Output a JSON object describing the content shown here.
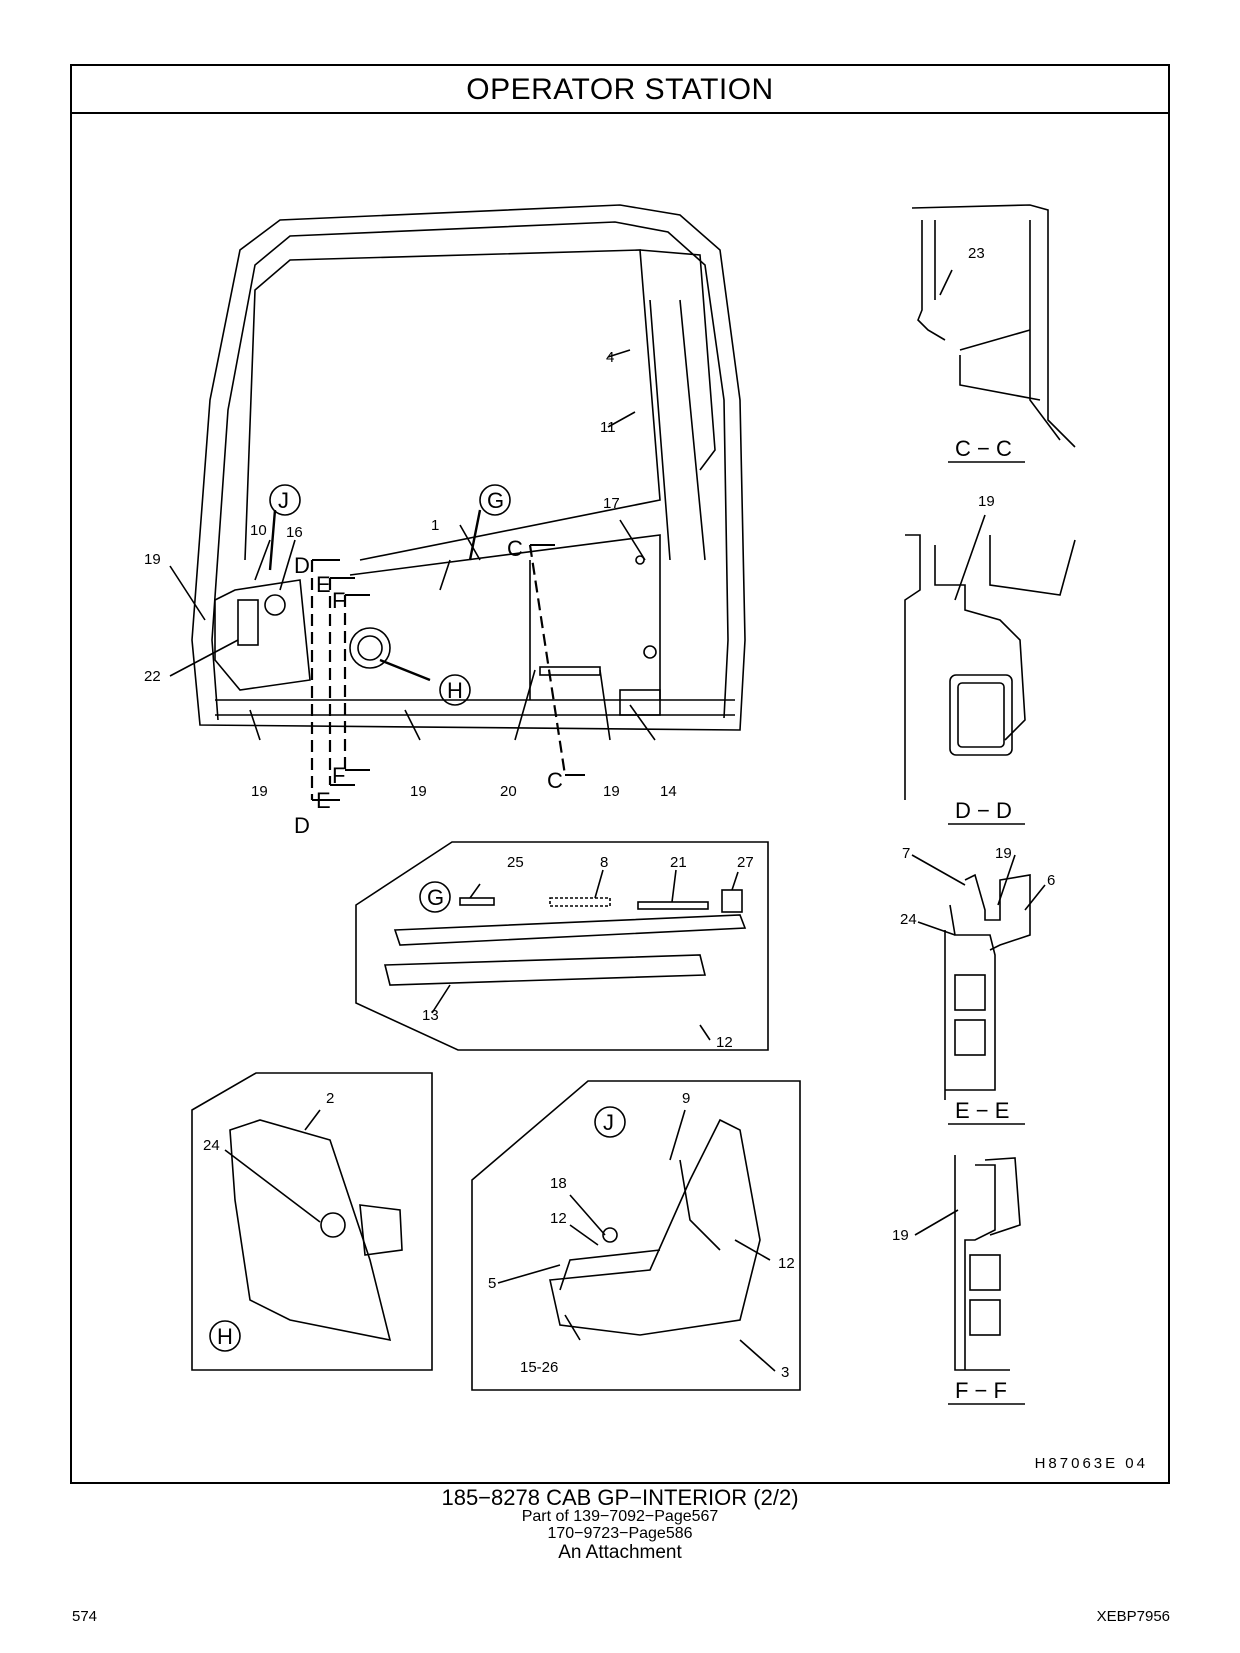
{
  "header": {
    "title": "OPERATOR   STATION"
  },
  "drawing_id": "H87063E    04",
  "caption": {
    "line1": "185−8278   CAB  GP−INTERIOR (2/2)",
    "line2": "Part of 139−7092−Page567",
    "line3": "170−9723−Page586",
    "line4": "An Attachment"
  },
  "footer": {
    "page_number": "574",
    "doc_id": "XEBP7956"
  },
  "callouts": {
    "c1": "1",
    "c2": "2",
    "c3": "3",
    "c4": "4",
    "c5": "5",
    "c6": "6",
    "c7": "7",
    "c8": "8",
    "c9": "9",
    "c10": "10",
    "c11": "11",
    "c12": "12",
    "c13": "13",
    "c14": "14",
    "c15_26": "15-26",
    "c16": "16",
    "c17": "17",
    "c18": "18",
    "c19": "19",
    "c20": "20",
    "c21": "21",
    "c22": "22",
    "c23": "23",
    "c24": "24",
    "c25": "25",
    "c27": "27"
  },
  "views": {
    "cc": "C − C",
    "dd": "D − D",
    "ee": "E − E",
    "ff": "F − F",
    "G": "G",
    "H": "H",
    "J": "J",
    "C": "C",
    "D": "D",
    "E": "E",
    "F": "F"
  }
}
